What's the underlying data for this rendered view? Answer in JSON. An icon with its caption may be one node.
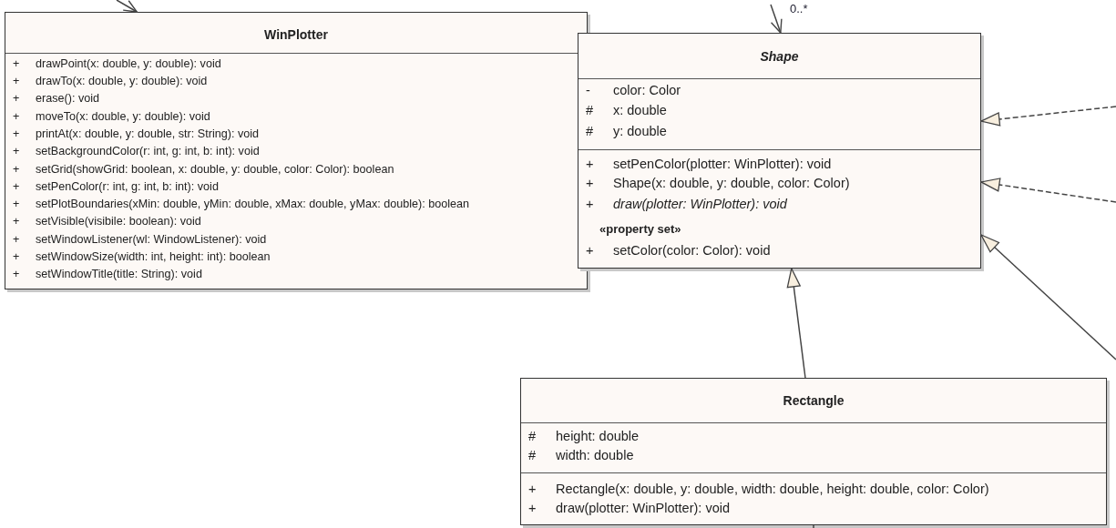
{
  "diagram": {
    "nodes": [
      {
        "text": [
          "WinPlotter",
          "+ drawPoint(x: double, y: double): void",
          "+ drawTo(x: double, y: double): void",
          "+ erase(): void",
          "+ moveTo(x: double, y: double): void",
          "+ printAt(x: double, y: double, str: String): void",
          "+ setBackgroundColor(r: int, g: int, b: int): void",
          "+ setGrid(showGrid: boolean, x: double, y: double, color: Color): boolean",
          "+ setPenColor(r: int, g: int, b: int): void",
          "+ setPlotBoundaries(xMin: double, yMin: double, xMax: double, yMax: double): boolean",
          "+ setVisible(visibile: boolean): void",
          "+ setWindowListener(wl: WindowListener): void",
          "+ setWindowSize(width: int, height: int): boolean",
          "+ setWindowTitle(title: String): void"
        ]
      },
      {
        "text": [
          "Shape",
          "- color: Color",
          "# x: double",
          "# y: double",
          "+ setPenColor(plotter: WinPlotter): void",
          "+ Shape(x: double, y: double, color: Color)",
          "+ *draw(plotter: WinPlotter): void*",
          "«property set»",
          "+ setColor(color: Color): void"
        ]
      },
      {
        "text": [
          "Rectangle",
          "# height: double",
          "# width: double",
          "+ Rectangle(x: double, y: double, width: double, height: double, color: Color)",
          "+ draw(plotter: WinPlotter): void"
        ]
      }
    ],
    "edges": [
      {
        "from": null,
        "to": 0,
        "arrow": "to"
      },
      {
        "from": null,
        "to": 1,
        "arrow": "to",
        "label": "0..*"
      },
      {
        "from": null,
        "to": 1,
        "arrow": "to",
        "style": "dashed"
      },
      {
        "from": null,
        "to": 1,
        "arrow": "to",
        "style": "dashed"
      },
      {
        "from": null,
        "to": 1,
        "arrow": "to"
      },
      {
        "from": 2,
        "to": 1,
        "arrow": "to"
      },
      {
        "from": 2,
        "to": null,
        "arrow": "none"
      }
    ]
  }
}
